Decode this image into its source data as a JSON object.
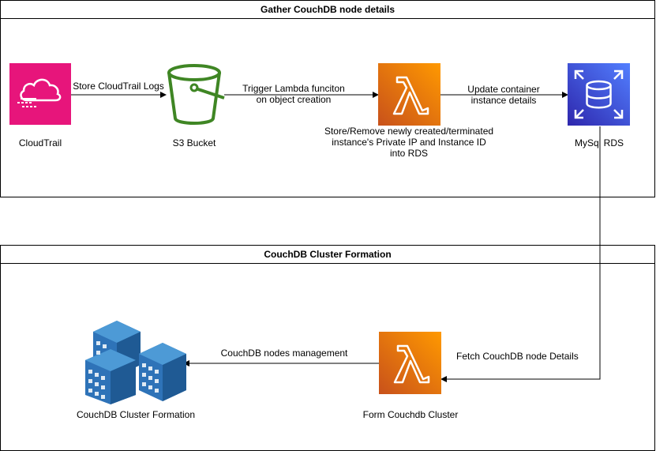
{
  "groups": {
    "top": {
      "title": "Gather CouchDB node details"
    },
    "bottom": {
      "title": "CouchDB Cluster Formation"
    }
  },
  "nodes": {
    "cloudtrail": {
      "label": "CloudTrail",
      "icon": "cloudtrail-icon",
      "color": "#e7157b"
    },
    "s3": {
      "label": "S3 Bucket",
      "icon": "s3-bucket-icon",
      "color": "#3f8624"
    },
    "lambda_top": {
      "label": "Store/Remove newly created/terminated\ninstance's Private IP and Instance ID\ninto RDS",
      "icon": "lambda-icon",
      "color": "#ed7100"
    },
    "rds": {
      "label": "MySql RDS",
      "icon": "rds-icon",
      "color": "#3b48cc"
    },
    "cluster": {
      "label": "CouchDB Cluster Formation",
      "icon": "buildings-icon",
      "color": "#2e73b8"
    },
    "lambda_bottom": {
      "label": "Form Couchdb Cluster",
      "icon": "lambda-icon",
      "color": "#ed7100"
    }
  },
  "edges": {
    "cloudtrail_s3": "Store CloudTrail Logs",
    "s3_lambda": "Trigger Lambda funciton\non object creation",
    "lambda_rds": "Update container\ninstance details",
    "rds_lambda": "Fetch CouchDB node Details",
    "lambda_cluster": "CouchDB nodes management"
  }
}
